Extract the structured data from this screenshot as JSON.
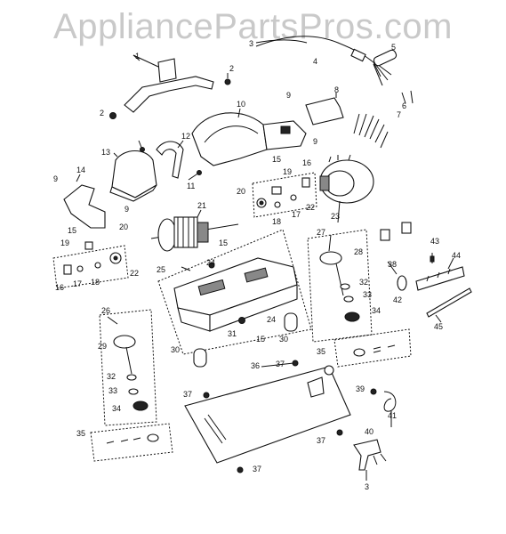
{
  "watermark": "AppliancePartsPros.com",
  "colors": {
    "line": "#111111",
    "watermark": "#c9c9c9",
    "background": "#ffffff"
  },
  "labels": {
    "l1": "1",
    "l2a": "2",
    "l2b": "2",
    "l3a": "3",
    "l4": "4",
    "l5": "5",
    "l6": "6",
    "l7": "7",
    "l8": "8",
    "l9a": "9",
    "l9b": "9",
    "l9c": "9",
    "l10": "10",
    "l11": "11",
    "l12": "12",
    "l13": "13",
    "l14": "14",
    "l15a": "15",
    "l15b": "15",
    "l15c": "15",
    "l15d": "15",
    "l16a": "16",
    "l16b": "16",
    "l17a": "17",
    "l17b": "17",
    "l18a": "18",
    "l18b": "18",
    "l19a": "19",
    "l19b": "19",
    "l20a": "20",
    "l20b": "20",
    "l21": "21",
    "l22a": "22",
    "l22b": "22",
    "l23": "23",
    "l24a": "24",
    "l24b": "24",
    "l25": "25",
    "l26": "26",
    "l27": "27",
    "l28": "28",
    "l29": "29",
    "l30a": "30",
    "l30b": "30",
    "l31": "31",
    "l32a": "32",
    "l32b": "32",
    "l33a": "33",
    "l33b": "33",
    "l34a": "34",
    "l34b": "34",
    "l35a": "35",
    "l35b": "35",
    "l36": "36",
    "l37a": "37",
    "l37b": "37",
    "l37c": "37",
    "l37d": "37",
    "l38": "38",
    "l39": "39",
    "l40": "40",
    "l41": "41",
    "l42": "42",
    "l43": "43",
    "l44": "44",
    "l45": "45",
    "l3b": "3",
    "l9d": "9"
  }
}
